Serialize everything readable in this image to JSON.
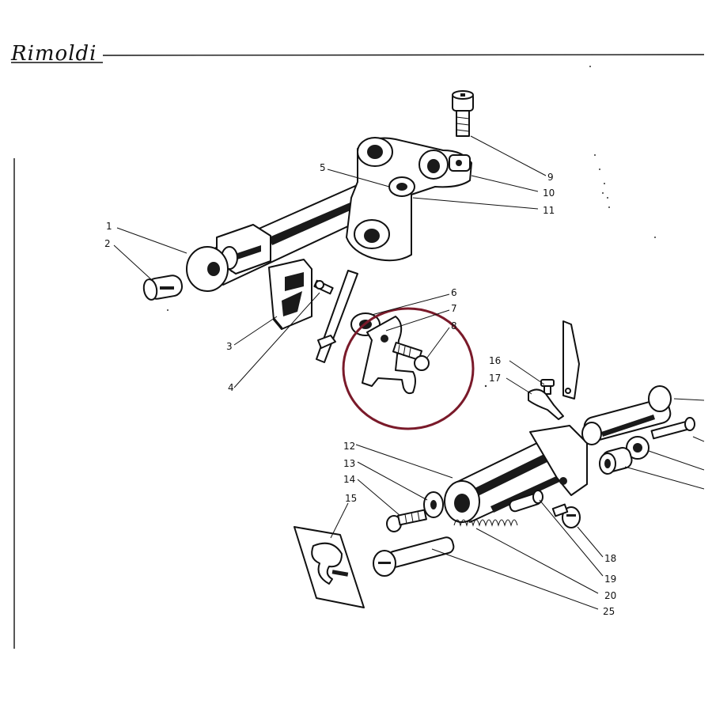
{
  "brand": "Rimoldi",
  "highlight_color": "#7a1a2a",
  "callouts": {
    "n1": "1",
    "n2": "2",
    "n3": "3",
    "n4": "4",
    "n5": "5",
    "n6": "6",
    "n7": "7",
    "n8": "8",
    "n9": "9",
    "n10": "10",
    "n11": "11",
    "n12": "12",
    "n13": "13",
    "n14": "14",
    "n15": "15",
    "n16": "16",
    "n17": "17",
    "n18": "18",
    "n19": "19",
    "n20": "20",
    "n25": "25"
  }
}
